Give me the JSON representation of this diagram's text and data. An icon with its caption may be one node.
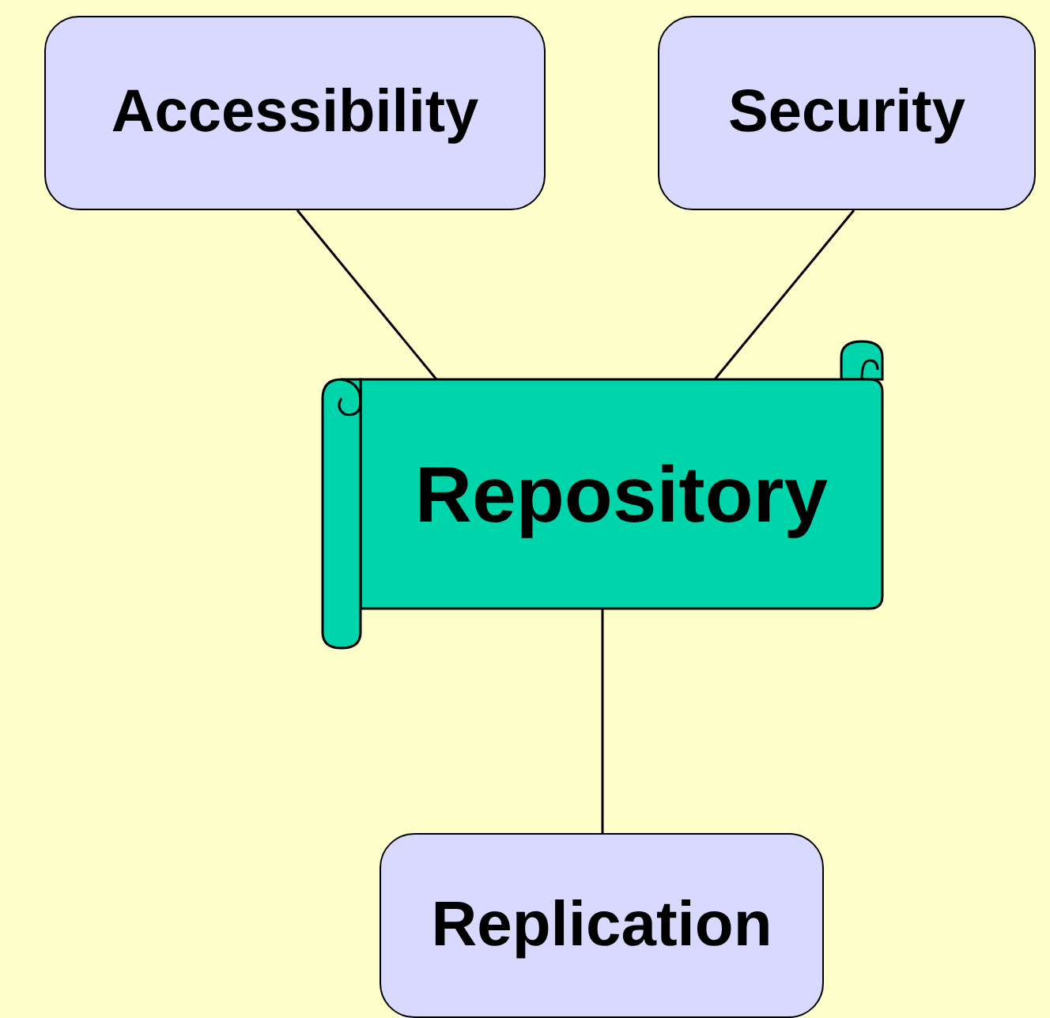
{
  "diagram": {
    "nodes": [
      {
        "text": [
          "Accessibility"
        ]
      },
      {
        "text": [
          "Security"
        ]
      },
      {
        "text": [
          "Repository"
        ]
      },
      {
        "text": [
          "Replication"
        ]
      }
    ],
    "edges": [
      {
        "from": 0,
        "to": 2,
        "arrow": "none"
      },
      {
        "from": 1,
        "to": 2,
        "arrow": "none"
      },
      {
        "from": 2,
        "to": 3,
        "arrow": "none"
      }
    ]
  }
}
